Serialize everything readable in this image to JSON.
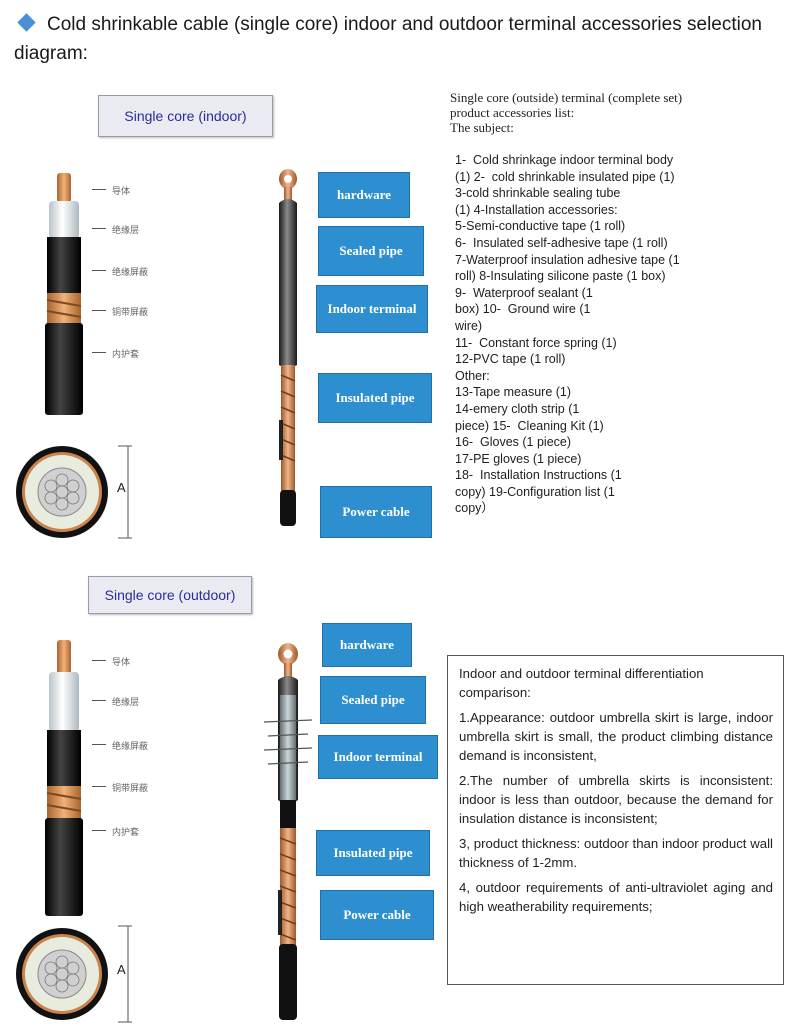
{
  "title": "Cold shrinkable cable (single core) indoor and outdoor terminal accessories selection diagram:",
  "indoor": {
    "section_label": "Single core (indoor)",
    "cable_layers": [
      "导体",
      "绝缘层",
      "绝缘屏蔽",
      "铜带屏蔽",
      "内护套"
    ],
    "dimension_label": "A",
    "callouts": [
      "hardware",
      "Sealed pipe",
      "Indoor terminal",
      "Insulated pipe",
      "Power cable"
    ]
  },
  "accessories": {
    "heading": [
      "Single core (outside) terminal (complete set)",
      "product accessories list:",
      "The subject:"
    ],
    "items": [
      "1-  Cold shrinkage indoor terminal body",
      "(1) 2-  cold shrinkable insulated pipe (1)",
      "3-cold shrinkable sealing tube",
      "(1) 4-Installation accessories:",
      "5-Semi-conductive tape (1 roll)",
      "6-  Insulated self-adhesive tape (1 roll)",
      "7-Waterproof insulation adhesive tape (1",
      "roll) 8-Insulating silicone paste (1 box)",
      "9-  Waterproof sealant (1",
      "box) 10-  Ground wire (1",
      "wire)",
      "11-  Constant force spring (1)",
      "12-PVC tape (1 roll)",
      "Other:",
      "13-Tape measure (1)",
      "14-emery cloth strip (1",
      "piece) 15-  Cleaning Kit (1)",
      "16-  Gloves (1 piece)",
      "17-PE gloves (1 piece)",
      "18-  Installation Instructions (1",
      "copy) 19-Configuration list (1",
      "copy）"
    ]
  },
  "outdoor": {
    "section_label": "Single core (outdoor)",
    "cable_layers": [
      "导体",
      "绝缘层",
      "绝缘屏蔽",
      "铜带屏蔽",
      "内护套"
    ],
    "dimension_label": "A",
    "callouts": [
      "hardware",
      "Sealed pipe",
      "Indoor terminal",
      "Insulated pipe",
      "Power cable"
    ]
  },
  "comparison": {
    "heading": "Indoor and outdoor terminal differentiation comparison:",
    "points": [
      "1.Appearance: outdoor umbrella skirt is large, indoor umbrella skirt is small, the product climbing distance demand is inconsistent,",
      "2.The number of umbrella skirts is inconsistent: indoor is less than outdoor, because the demand for insulation distance is inconsistent;",
      "3, product thickness: outdoor than indoor product wall thickness of 1-2mm.",
      "4, outdoor requirements of anti-ultraviolet aging and high weatherability requirements;"
    ]
  },
  "colors": {
    "callout_bg": "#2d8fd0",
    "section_text": "#2c2c9a",
    "diamond": "#4a8fd8",
    "copper": "#c9834b",
    "insulation": "#e6ecef",
    "sheath": "#111111"
  }
}
